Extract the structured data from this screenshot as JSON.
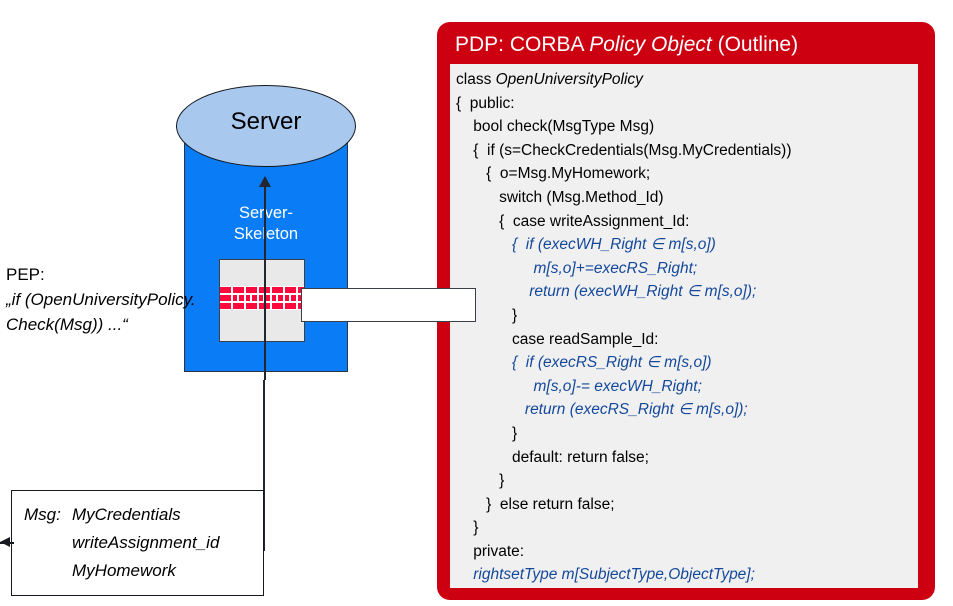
{
  "pdp": {
    "title_prefix": "PDP: CORBA ",
    "title_italic": "Policy Object",
    "title_suffix": " (Outline)",
    "accent_color": "#CC0011",
    "code_bg": "#f0f0f0",
    "blue_color": "#14489b",
    "code_lines": [
      {
        "text": "class ",
        "italic_text": "OpenUniversityPolicy",
        "blue": false
      },
      {
        "text": "{  public:",
        "italic_text": "",
        "blue": false
      },
      {
        "text": "    bool check(MsgType Msg)",
        "italic_text": "",
        "blue": false
      },
      {
        "text": "    {  if (s=CheckCredentials(Msg.MyCredentials))",
        "italic_text": "",
        "blue": false
      },
      {
        "text": "       {  o=Msg.MyHomework;",
        "italic_text": "",
        "blue": false
      },
      {
        "text": "          switch (Msg.Method_Id)",
        "italic_text": "",
        "blue": false
      },
      {
        "text": "          {  case writeAssignment_Id:",
        "italic_text": "",
        "blue": false
      },
      {
        "text": "             {  if (execWH_Right ∈ m[s,o])",
        "italic_text": "",
        "blue": true
      },
      {
        "text": "                  m[s,o]+=execRS_Right;",
        "italic_text": "",
        "blue": true
      },
      {
        "text": "                 return (execWH_Right ∈ m[s,o]);",
        "italic_text": "",
        "blue": true
      },
      {
        "text": "             }",
        "italic_text": "",
        "blue": false
      },
      {
        "text": "             case readSample_Id:",
        "italic_text": "",
        "blue": false
      },
      {
        "text": "             {  if (execRS_Right ∈ m[s,o])",
        "italic_text": "",
        "blue": true
      },
      {
        "text": "                  m[s,o]-= execWH_Right;",
        "italic_text": "",
        "blue": true
      },
      {
        "text": "                return (execRS_Right ∈ m[s,o]);",
        "italic_text": "",
        "blue": true
      },
      {
        "text": "             }",
        "italic_text": "",
        "blue": false
      },
      {
        "text": "             default: return false;",
        "italic_text": "",
        "blue": false
      },
      {
        "text": "          }",
        "italic_text": "",
        "blue": false
      },
      {
        "text": "       }  else return false;",
        "italic_text": "",
        "blue": false
      },
      {
        "text": "    }",
        "italic_text": "",
        "blue": false
      },
      {
        "text": "    private:",
        "italic_text": "",
        "blue": false
      },
      {
        "text": "    rightsetType m[SubjectType,ObjectType];",
        "italic_text": "",
        "blue": true
      },
      {
        "text": "}",
        "italic_text": "",
        "blue": false
      }
    ]
  },
  "server": {
    "top_label": "Server",
    "skeleton_label_line1": "Server-",
    "skeleton_label_line2": "Skeleton",
    "body_color": "#0a7cf5",
    "top_color": "#a8c8ee"
  },
  "firewall": {
    "icon_name": "brick-wall-icon",
    "brick_color": "#ff0a3c",
    "box_color": "#e9e9e9"
  },
  "pep": {
    "label": "PEP:",
    "quote_line1": "„if (OpenUniversityPolicy.",
    "quote_line2": "Check(Msg)) ...“"
  },
  "msg": {
    "label": "Msg:",
    "fields": [
      "MyCredentials",
      "writeAssignment_id",
      "MyHomework"
    ]
  }
}
